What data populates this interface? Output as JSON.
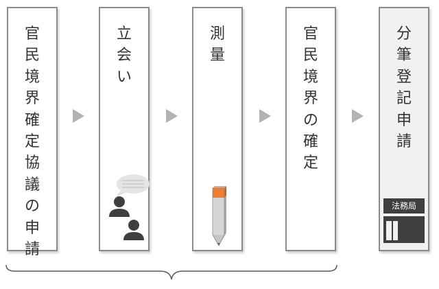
{
  "steps": [
    {
      "label": "官民境界確定協議の申請"
    },
    {
      "label": "立会い"
    },
    {
      "label": "測量"
    },
    {
      "label": "官民境界の確定"
    },
    {
      "label": "分筆登記申請"
    }
  ],
  "legal_bureau": {
    "label": "法務局"
  },
  "colors": {
    "border": "#8a8a8a",
    "arrow": "#b3b3b3",
    "text": "#333333",
    "dark": "#3f3f3f",
    "pencil_cap": "#ed7d31"
  },
  "icons": [
    "meeting-people-icon",
    "speech-bubble-icon",
    "pencil-icon",
    "legal-bureau-building-icon",
    "arrow-right-icon",
    "curly-brace"
  ]
}
